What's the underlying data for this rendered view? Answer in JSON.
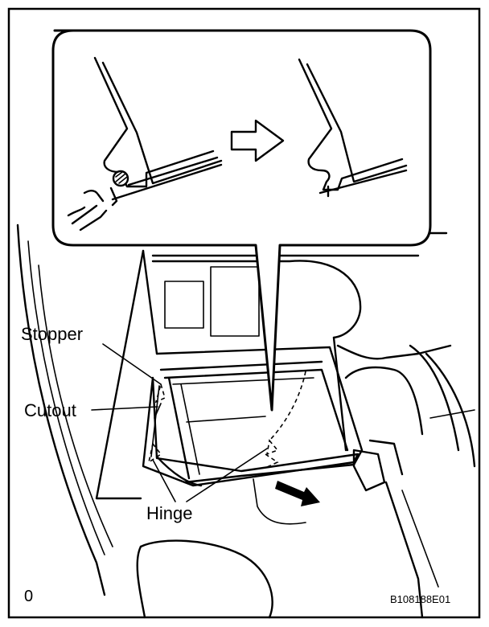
{
  "labels": {
    "stopper": "Stopper",
    "cutout": "Cutout",
    "hinge": "Hinge"
  },
  "figure_code": "B108188E01",
  "corner_mark": "0"
}
